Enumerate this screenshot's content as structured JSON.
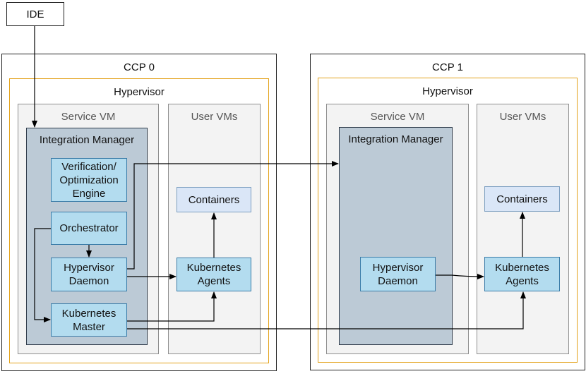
{
  "ide": {
    "label": "IDE"
  },
  "ccp0": {
    "title": "CCP 0",
    "hypervisor": "Hypervisor",
    "service_vm": "Service VM",
    "user_vms": "User VMs",
    "integration_manager": "Integration Manager",
    "verification_engine": "Verification/\nOptimization\nEngine",
    "orchestrator": "Orchestrator",
    "hypervisor_daemon": "Hypervisor\nDaemon",
    "kubernetes_master": "Kubernetes\nMaster",
    "containers": "Containers",
    "kubernetes_agents": "Kubernetes\nAgents"
  },
  "ccp1": {
    "title": "CCP 1",
    "hypervisor": "Hypervisor",
    "service_vm": "Service VM",
    "user_vms": "User VMs",
    "integration_manager": "Integration Manager",
    "hypervisor_daemon": "Hypervisor\nDaemon",
    "containers": "Containers",
    "kubernetes_agents": "Kubernetes\nAgents"
  }
}
